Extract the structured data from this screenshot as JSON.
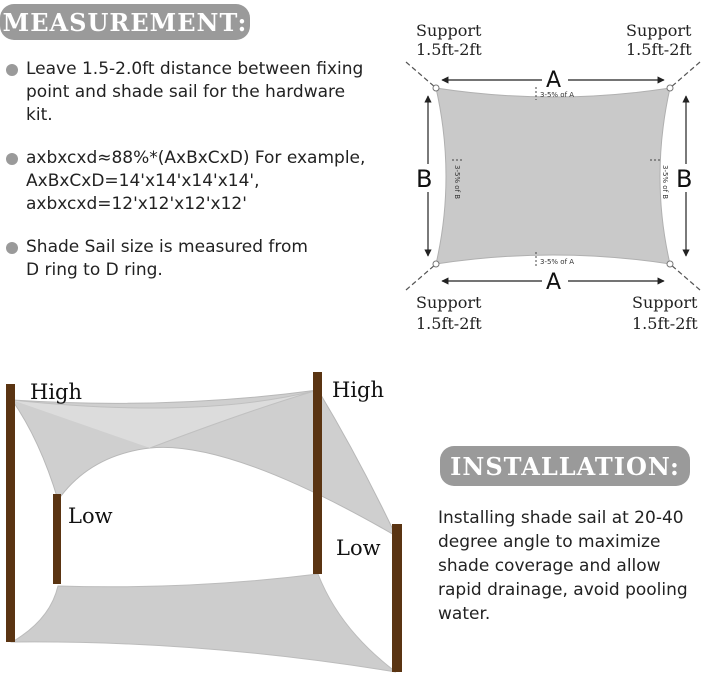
{
  "measurement": {
    "heading": "MEASUREMENT:",
    "bullets": [
      [
        "Leave 1.5-2.0ft distance between fixing",
        "point and shade sail for the hardware",
        "kit."
      ],
      [
        "axbxcxd≈88%*(AxBxCxD) For example,",
        "AxBxCxD=14'x14'x14'x14',",
        "axbxcxd=12'x12'x12'x12'"
      ],
      [
        "Shade Sail size is measured from",
        "D ring to D ring."
      ]
    ]
  },
  "diagram": {
    "support_label": "Support",
    "support_distance": "1.5ft-2ft",
    "side_a": "A",
    "side_b": "B",
    "sag_a": "3-5% of A",
    "sag_b": "3-5% of B"
  },
  "install_diagram": {
    "high": "High",
    "low": "Low"
  },
  "installation": {
    "heading": "INSTALLATION:",
    "lines": [
      "Installing shade sail at 20-40",
      "degree angle to maximize",
      "shade coverage and allow",
      "rapid drainage, avoid pooling",
      "water."
    ]
  },
  "colors": {
    "pill": "#9a9a9a",
    "sail": "#c9c9c9",
    "post": "#5a3412"
  }
}
